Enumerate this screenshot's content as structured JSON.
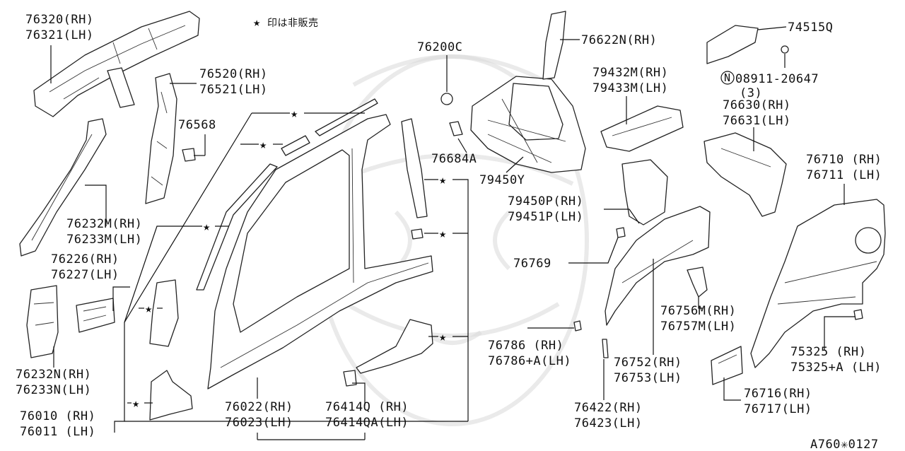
{
  "note": {
    "star": "★",
    "text": "印は非販売"
  },
  "drawing_code": "A760✳0127",
  "star_glyph": "★",
  "parts": {
    "p76320": {
      "rh": "76320(RH)",
      "lh": "76321(LH)"
    },
    "p76520": {
      "rh": "76520(RH)",
      "lh": "76521(LH)"
    },
    "p76568": "76568",
    "p76232m": {
      "rh": "76232M(RH)",
      "lh": "76233M(LH)"
    },
    "p76226": {
      "rh": "76226(RH)",
      "lh": "76227(LH)"
    },
    "p76232n": {
      "rh": "76232N(RH)",
      "lh": "76233N(LH)"
    },
    "p76010": {
      "rh": "76010 (RH)",
      "lh": "76011 (LH)"
    },
    "p76022": {
      "rh": "76022(RH)",
      "lh": "76023(LH)"
    },
    "p76414": {
      "rh": "76414Q  (RH)",
      "lh": "76414QA(LH)"
    },
    "p76200c": "76200C",
    "p76684a": "76684A",
    "p79450y": "79450Y",
    "p76622n": "76622N(RH)",
    "p79432m": {
      "rh": "79432M(RH)",
      "lh": "79433M(LH)"
    },
    "p79450p": {
      "rh": "79450P(RH)",
      "lh": "79451P(LH)"
    },
    "p76769": "76769",
    "p74515q": "74515Q",
    "p08911": {
      "code": "08911-20647",
      "circle": "N",
      "qty": "(3)"
    },
    "p76630": {
      "rh": "76630(RH)",
      "lh": "76631(LH)"
    },
    "p76710": {
      "rh": "76710 (RH)",
      "lh": "76711 (LH)"
    },
    "p76756m": {
      "rh": "76756M(RH)",
      "lh": "76757M(LH)"
    },
    "p76786": {
      "rh": "76786     (RH)",
      "lh": "76786+A(LH)"
    },
    "p76752": {
      "rh": "76752(RH)",
      "lh": "76753(LH)"
    },
    "p76422": {
      "rh": "76422(RH)",
      "lh": "76423(LH)"
    },
    "p75325": {
      "rh": "75325      (RH)",
      "lh": "75325+A (LH)"
    },
    "p76716": {
      "rh": "76716(RH)",
      "lh": "76717(LH)"
    }
  }
}
